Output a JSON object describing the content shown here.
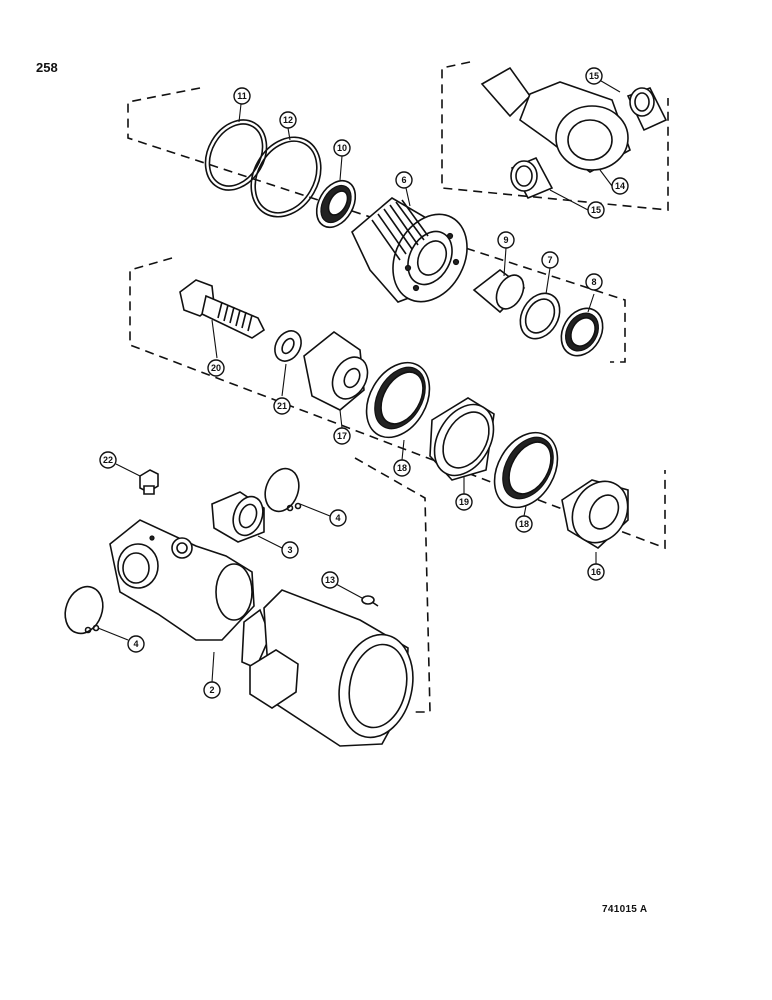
{
  "page_number": "258",
  "figure_code": "741015 A",
  "callouts": [
    {
      "id": "c11",
      "label": "11"
    },
    {
      "id": "c12",
      "label": "12"
    },
    {
      "id": "c10",
      "label": "10"
    },
    {
      "id": "c6",
      "label": "6"
    },
    {
      "id": "c15a",
      "label": "15"
    },
    {
      "id": "c14",
      "label": "14"
    },
    {
      "id": "c15b",
      "label": "15"
    },
    {
      "id": "c9",
      "label": "9"
    },
    {
      "id": "c7",
      "label": "7"
    },
    {
      "id": "c8",
      "label": "8"
    },
    {
      "id": "c20",
      "label": "20"
    },
    {
      "id": "c21",
      "label": "21"
    },
    {
      "id": "c17",
      "label": "17"
    },
    {
      "id": "c18a",
      "label": "18"
    },
    {
      "id": "c19",
      "label": "19"
    },
    {
      "id": "c18b",
      "label": "18"
    },
    {
      "id": "c16",
      "label": "16"
    },
    {
      "id": "c22",
      "label": "22"
    },
    {
      "id": "c4a",
      "label": "4"
    },
    {
      "id": "c3",
      "label": "3"
    },
    {
      "id": "c13",
      "label": "13"
    },
    {
      "id": "c4b",
      "label": "4"
    },
    {
      "id": "c2",
      "label": "2"
    }
  ]
}
